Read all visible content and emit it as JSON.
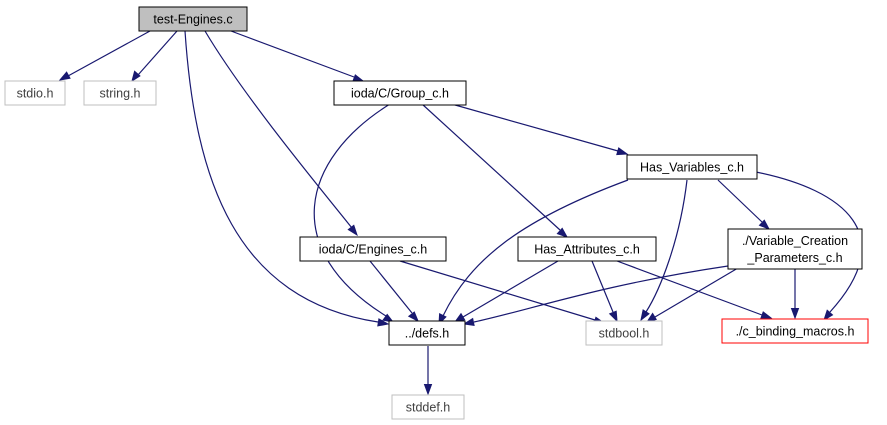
{
  "colors": {
    "edge": "#191970",
    "root_fill": "#bfbfbf",
    "normal_border": "#000000",
    "external_border": "#bfbfbf",
    "missing_border": "#ff0000",
    "text": "#000000",
    "external_text": "#404040"
  },
  "nodes": {
    "test_engines": {
      "label": "test-Engines.c",
      "kind": "root"
    },
    "stdio": {
      "label": "stdio.h",
      "kind": "external"
    },
    "string": {
      "label": "string.h",
      "kind": "external"
    },
    "group_c": {
      "label": "ioda/C/Group_c.h",
      "kind": "normal"
    },
    "has_variables": {
      "label": "Has_Variables_c.h",
      "kind": "normal"
    },
    "engines_c": {
      "label": "ioda/C/Engines_c.h",
      "kind": "normal"
    },
    "has_attributes": {
      "label": "Has_Attributes_c.h",
      "kind": "normal"
    },
    "var_creation": {
      "label_line1": "./Variable_Creation",
      "label_line2": "_Parameters_c.h",
      "kind": "normal"
    },
    "defs": {
      "label": "../defs.h",
      "kind": "normal"
    },
    "stdbool": {
      "label": "stdbool.h",
      "kind": "external"
    },
    "binding_macros": {
      "label": "./c_binding_macros.h",
      "kind": "missing"
    },
    "stddef": {
      "label": "stddef.h",
      "kind": "external"
    }
  },
  "edges": [
    {
      "from": "test-Engines.c",
      "to": "stdio.h"
    },
    {
      "from": "test-Engines.c",
      "to": "string.h"
    },
    {
      "from": "test-Engines.c",
      "to": "ioda/C/Group_c.h"
    },
    {
      "from": "test-Engines.c",
      "to": "ioda/C/Engines_c.h"
    },
    {
      "from": "test-Engines.c",
      "to": "../defs.h"
    },
    {
      "from": "ioda/C/Group_c.h",
      "to": "Has_Variables_c.h"
    },
    {
      "from": "ioda/C/Group_c.h",
      "to": "Has_Attributes_c.h"
    },
    {
      "from": "ioda/C/Group_c.h",
      "to": "../defs.h"
    },
    {
      "from": "Has_Variables_c.h",
      "to": "./Variable_Creation_Parameters_c.h"
    },
    {
      "from": "Has_Variables_c.h",
      "to": "../defs.h"
    },
    {
      "from": "Has_Variables_c.h",
      "to": "stdbool.h"
    },
    {
      "from": "Has_Variables_c.h",
      "to": "./c_binding_macros.h"
    },
    {
      "from": "ioda/C/Engines_c.h",
      "to": "../defs.h"
    },
    {
      "from": "ioda/C/Engines_c.h",
      "to": "stdbool.h"
    },
    {
      "from": "Has_Attributes_c.h",
      "to": "../defs.h"
    },
    {
      "from": "Has_Attributes_c.h",
      "to": "stdbool.h"
    },
    {
      "from": "Has_Attributes_c.h",
      "to": "./c_binding_macros.h"
    },
    {
      "from": "./Variable_Creation_Parameters_c.h",
      "to": "../defs.h"
    },
    {
      "from": "./Variable_Creation_Parameters_c.h",
      "to": "stdbool.h"
    },
    {
      "from": "./Variable_Creation_Parameters_c.h",
      "to": "./c_binding_macros.h"
    },
    {
      "from": "../defs.h",
      "to": "stddef.h"
    }
  ]
}
